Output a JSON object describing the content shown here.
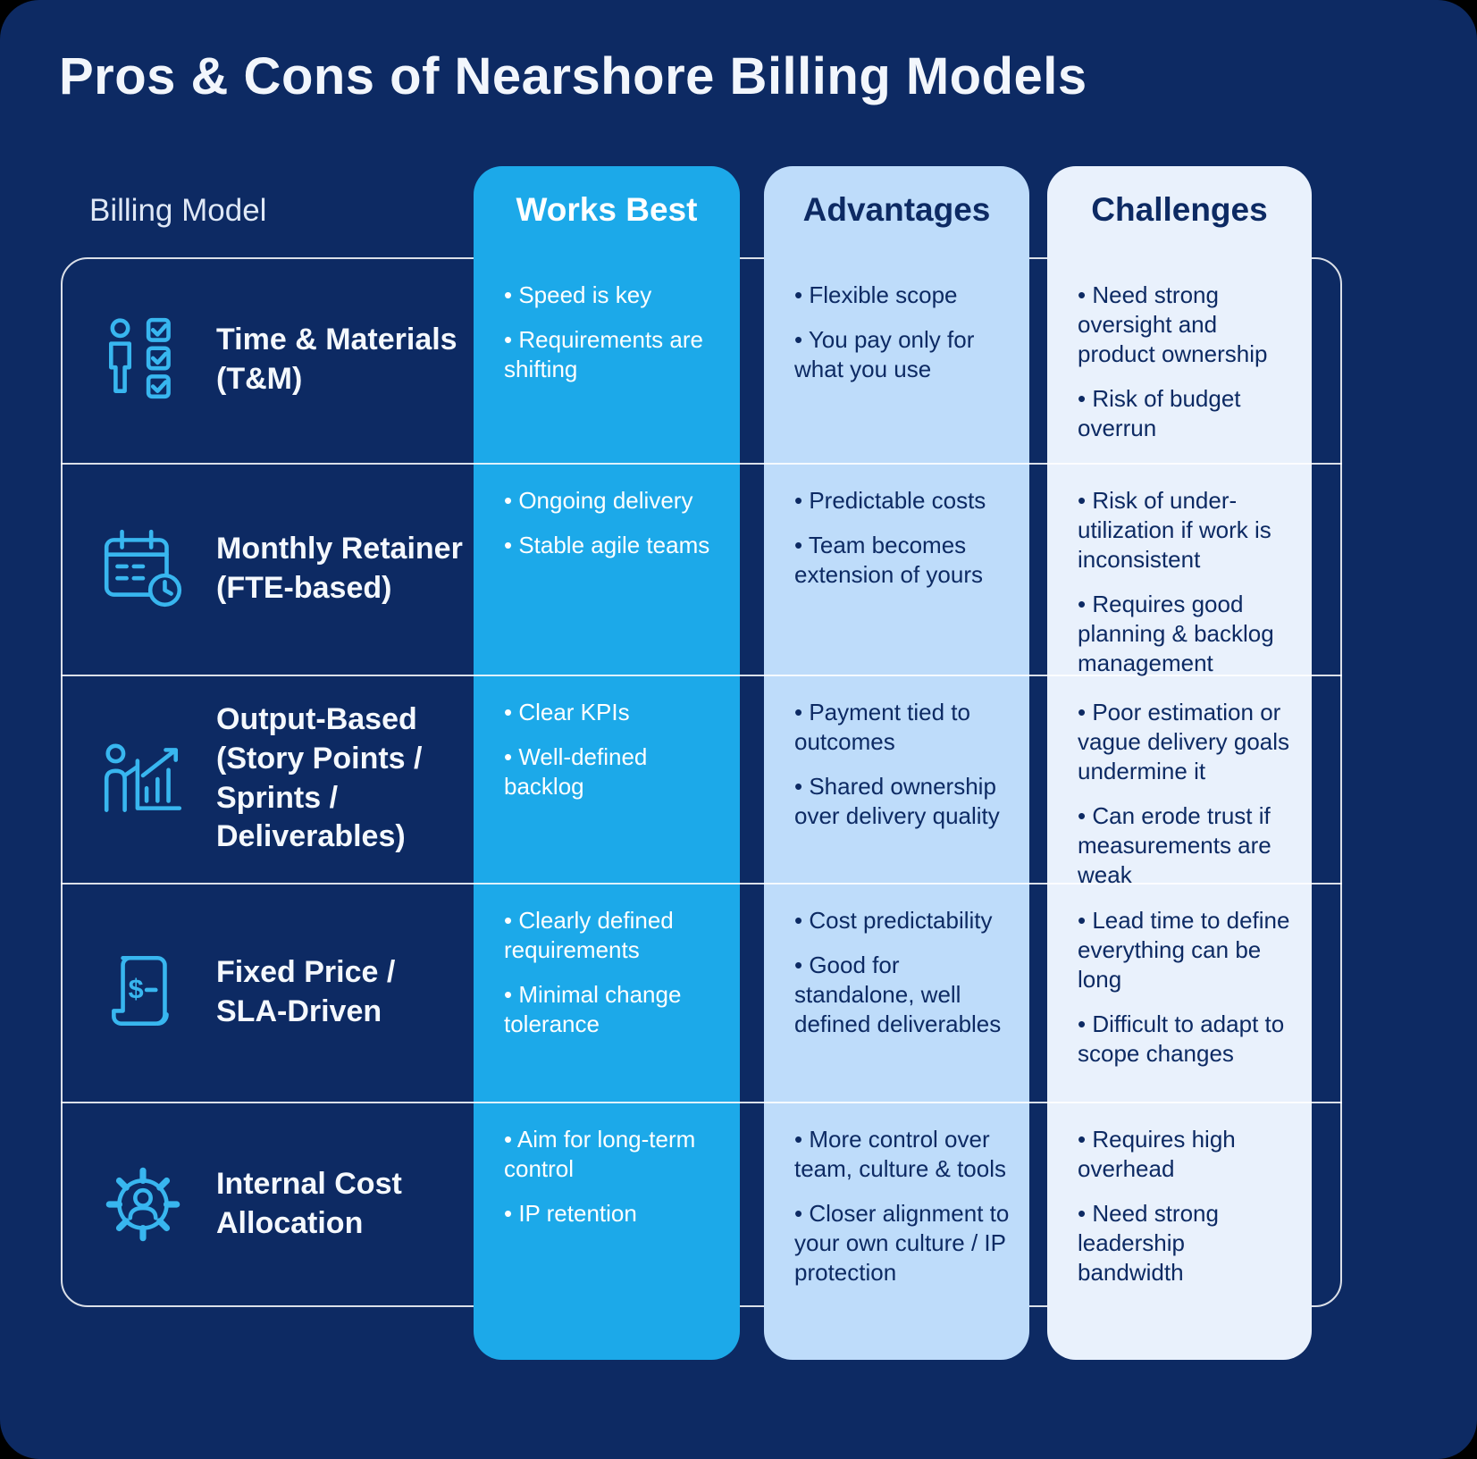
{
  "title": "Pros & Cons of Nearshore Billing Models",
  "columns": {
    "billing_model": "Billing Model",
    "works_best": "Works Best",
    "advantages": "Advantages",
    "challenges": "Challenges"
  },
  "rows": [
    {
      "model": "Time & Materials (T&M)",
      "icon": "person-checklist-icon",
      "works_best": [
        "Speed is key",
        "Requirements are shifting"
      ],
      "advantages": [
        "Flexible scope",
        "You pay only for what you use"
      ],
      "challenges": [
        "Need strong oversight and product ownership",
        "Risk of budget overrun"
      ]
    },
    {
      "model": "Monthly Retainer (FTE-based)",
      "icon": "calendar-clock-icon",
      "works_best": [
        "Ongoing delivery",
        "Stable agile teams"
      ],
      "advantages": [
        "Predictable costs",
        "Team becomes extension of yours"
      ],
      "challenges": [
        "Risk of under-utilization if work is inconsistent",
        "Requires good planning & backlog management"
      ]
    },
    {
      "model": "Output-Based (Story Points / Sprints / Deliverables)",
      "icon": "person-growth-chart-icon",
      "works_best": [
        "Clear KPIs",
        "Well-defined backlog"
      ],
      "advantages": [
        "Payment tied to outcomes",
        "Shared ownership over delivery quality"
      ],
      "challenges": [
        "Poor estimation or vague delivery goals undermine it",
        "Can erode trust if measurements are weak"
      ]
    },
    {
      "model": "Fixed Price / SLA-Driven",
      "icon": "invoice-scroll-icon",
      "works_best": [
        "Clearly defined requirements",
        "Minimal change tolerance"
      ],
      "advantages": [
        "Cost predictability",
        "Good for standalone, well defined deliverables"
      ],
      "challenges": [
        "Lead time to define everything can be long",
        "Difficult to adapt to scope changes"
      ]
    },
    {
      "model": "Internal Cost Allocation",
      "icon": "gear-person-icon",
      "works_best": [
        "Aim for long-term control",
        "IP retention"
      ],
      "advantages": [
        "More control over team, culture & tools",
        "Closer alignment to your own culture / IP protection"
      ],
      "challenges": [
        "Requires high overhead",
        "Need strong leadership bandwidth"
      ]
    }
  ],
  "colors": {
    "card_background": "#0d2a63",
    "works_best_bg": "#1ca9e9",
    "advantages_bg": "#bedcfa",
    "challenges_bg": "#e9f1fc",
    "icon_stroke": "#38b6ef",
    "light_text": "#f4f8fd",
    "dark_text": "#0d2a63"
  }
}
